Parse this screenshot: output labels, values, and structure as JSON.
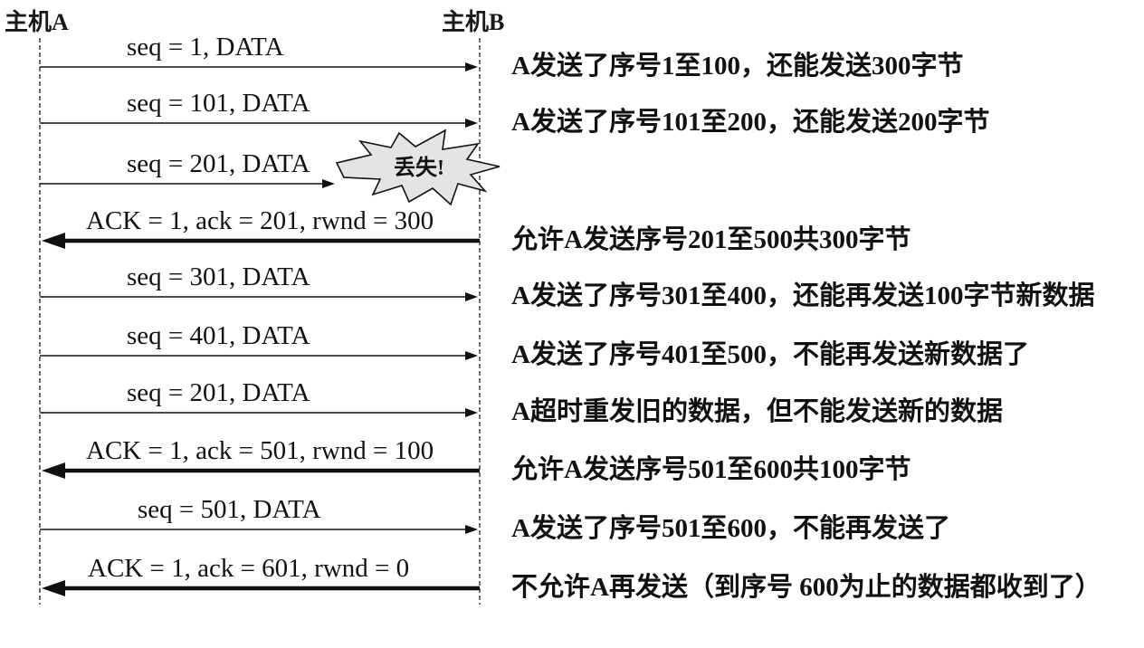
{
  "hosts": {
    "a": "主机A",
    "b": "主机B"
  },
  "messages": [
    {
      "label": "seq = 1, DATA",
      "from_b": false,
      "lost": false,
      "note": "A发送了序号1至100，还能发送300字节"
    },
    {
      "label": "seq = 101, DATA",
      "from_b": false,
      "lost": false,
      "note": "A发送了序号101至200，还能发送200字节"
    },
    {
      "label": "seq = 201, DATA",
      "from_b": false,
      "lost": true
    },
    {
      "label": "ACK = 1, ack = 201, rwnd = 300",
      "from_b": true,
      "lost": false,
      "note": "允许A发送序号201至500共300字节"
    },
    {
      "label": "seq = 301, DATA",
      "from_b": false,
      "lost": false,
      "note": "A发送了序号301至400，还能再发送100字节新数据"
    },
    {
      "label": "seq = 401, DATA",
      "from_b": false,
      "lost": false,
      "note": "A发送了序号401至500，不能再发送新数据了"
    },
    {
      "label": "seq = 201, DATA",
      "from_b": false,
      "lost": false,
      "note": "A超时重发旧的数据，但不能发送新的数据"
    },
    {
      "label": "ACK = 1, ack = 501, rwnd = 100",
      "from_b": true,
      "lost": false,
      "note": "允许A发送序号501至600共100字节"
    },
    {
      "label": "seq = 501, DATA",
      "from_b": false,
      "lost": false,
      "note": "A发送了序号501至600，不能再发送了"
    },
    {
      "label": "ACK = 1, ack = 601, rwnd = 0",
      "from_b": true,
      "lost": false,
      "note": "不允许A再发送（到序号 600为止的数据都收到了）"
    }
  ],
  "loss_marker": "丢失!"
}
